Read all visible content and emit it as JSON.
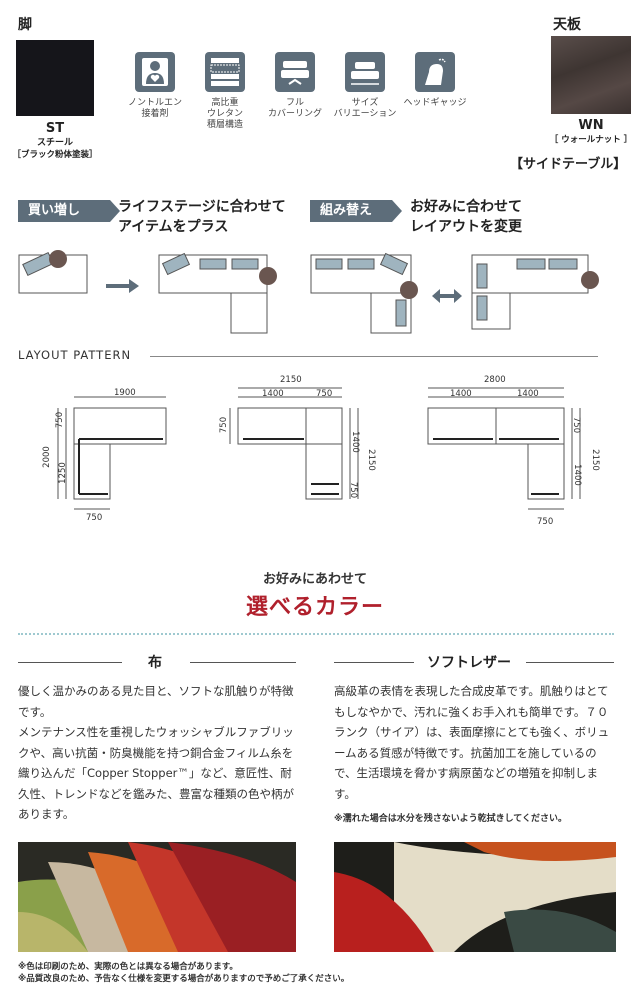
{
  "legs": {
    "title": "脚",
    "code": "ST",
    "material": "スチール",
    "finish": "［ブラック粉体塗装］"
  },
  "top": {
    "title": "天板",
    "code": "WN",
    "finish": "［ ウォールナット ］",
    "note": "【サイドテーブル】"
  },
  "features": [
    {
      "icon": "person-heart-icon",
      "label": "ノントルエン\n接着剤"
    },
    {
      "icon": "layered-foam-icon",
      "label": "高比重\nウレタン\n積層構造"
    },
    {
      "icon": "sofa-cover-icon",
      "label": "フル\nカバーリング"
    },
    {
      "icon": "sofa-size-icon",
      "label": "サイズ\nバリエーション"
    },
    {
      "icon": "head-gatch-icon",
      "label": "ヘッドギャッジ"
    }
  ],
  "concepts": [
    {
      "tag": "買い増し",
      "line1": "ライフステージに合わせて",
      "line2": "アイテムをプラス"
    },
    {
      "tag": "組み替え",
      "line1": "お好みに合わせて",
      "line2": "レイアウトを変更"
    }
  ],
  "layout": {
    "title": "LAYOUT PATTERN",
    "patterns": [
      {
        "w_total": "1900",
        "h_total": "2000",
        "h_top": "750",
        "h_bottom": "1250",
        "w_bottom": "750"
      },
      {
        "w_total": "2150",
        "w_left": "1400",
        "w_right": "750",
        "h_left": "750",
        "h_right_top": "1400",
        "h_right_bottom": "750",
        "h_total": "2150"
      },
      {
        "w_total": "2800",
        "w_left": "1400",
        "w_right": "1400",
        "h_top": "750",
        "h_mid": "1400",
        "h_total": "2150",
        "w_bottom": "750"
      }
    ]
  },
  "color_section": {
    "subtitle": "お好みにあわせて",
    "title": "選べるカラー",
    "accent": "#b0202c"
  },
  "fabric": {
    "title": "布",
    "paragraphs": [
      "優しく温かみのある見た目と、ソフトな肌触りが特徴です。",
      "メンテナンス性を重視したウォッシャブルファブリックや、高い抗菌・防臭機能を持つ銅合金フィルム糸を織り込んだ「Copper Stopper™」など、意匠性、耐久性、トレンドなどを鑑みた、豊富な種類の色や柄があります。"
    ]
  },
  "leather": {
    "title": "ソフトレザー",
    "paragraphs": [
      "高級革の表情を表現した合成皮革です。肌触りはとてもしなやかで、汚れに強くお手入れも簡単です。７０ランク（サイア）は、表面摩擦にとても強く、ボリュームある質感が特徴です。抗菌加工を施しているので、生活環境を脅かす病原菌などの増殖を抑制します。"
    ],
    "note": "※濡れた場合は水分を残さないよう乾拭きしてください。"
  },
  "footnotes": [
    "※色は印刷のため、実際の色とは異なる場合があります。",
    "※品質改良のため、予告なく仕様を変更する場合がありますので予めご了承ください。"
  ],
  "colors": {
    "icon_bg": "#5d6d7a",
    "swatch_black": "#15151a",
    "swatch_walnut": "#4a3f3c"
  }
}
